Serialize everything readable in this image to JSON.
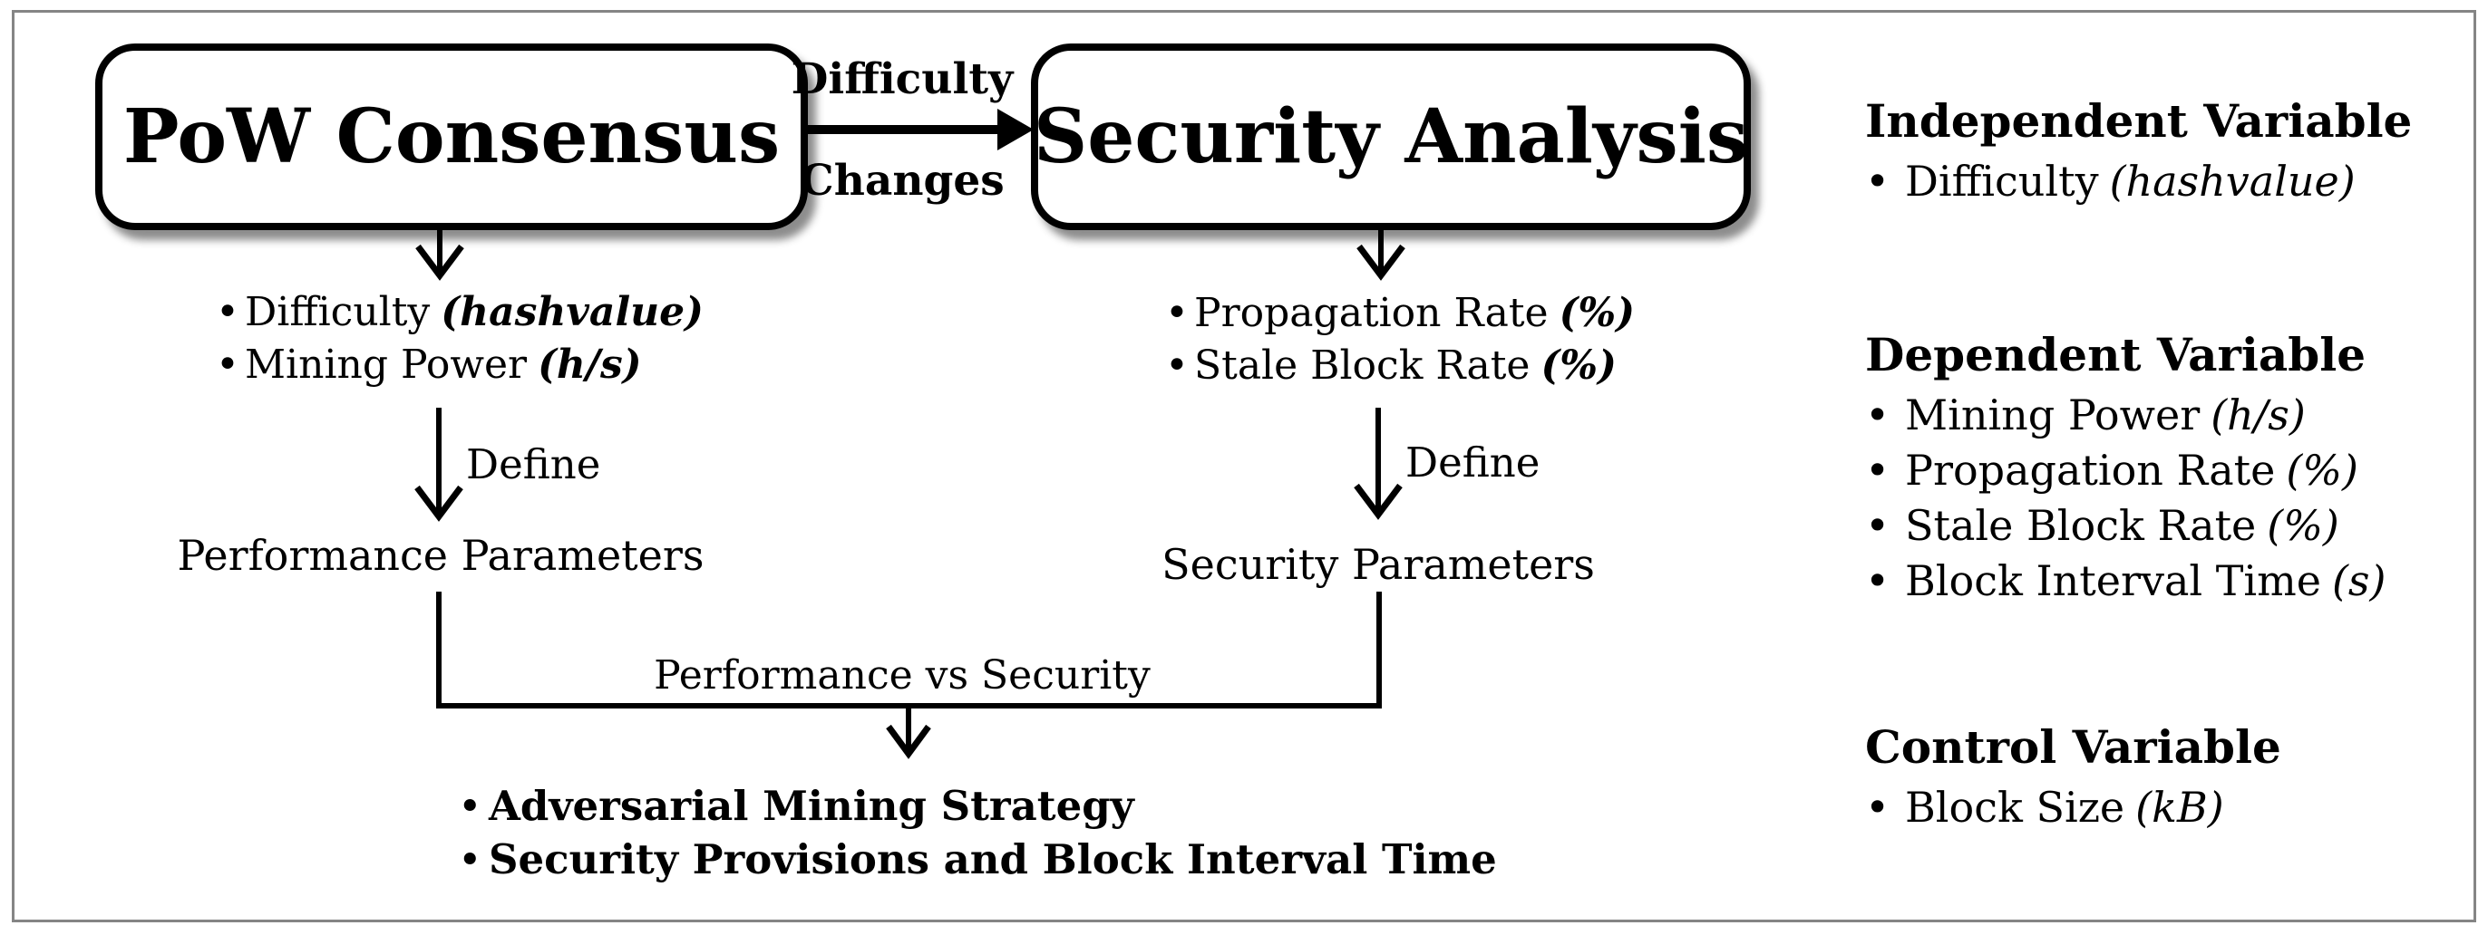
{
  "glyphs": {
    "bullet": "•"
  },
  "colors": {
    "ink": "#000000",
    "frame_border": "#858585",
    "background": "#ffffff"
  },
  "diagram": {
    "pow_box": {
      "title": "PoW Consensus"
    },
    "security_box": {
      "title": "Security Analysis"
    },
    "transition_arrow": {
      "label_top": "Difficulty",
      "label_bottom": "Changes"
    },
    "pow_outputs": [
      {
        "text": "Difficulty",
        "unit": "(hashvalue)"
      },
      {
        "text": "Mining Power",
        "unit": "(h/s)"
      }
    ],
    "security_outputs": [
      {
        "text": "Propagation Rate",
        "unit": "(%)"
      },
      {
        "text": "Stale Block Rate",
        "unit": "(%)"
      }
    ],
    "define_left": "Define",
    "define_right": "Define",
    "performance_parameters": "Performance Parameters",
    "security_parameters": "Security Parameters",
    "merge_label": "Performance vs Security",
    "outcomes": [
      {
        "text": "Adversarial Mining Strategy"
      },
      {
        "text": "Security Provisions and Block Interval Time"
      }
    ]
  },
  "legend": {
    "sections": [
      {
        "heading": "Independent Variable",
        "items": [
          {
            "text": "Difficulty",
            "unit": "(hashvalue)"
          }
        ]
      },
      {
        "heading": "Dependent Variable",
        "items": [
          {
            "text": "Mining Power",
            "unit": "(h/s)"
          },
          {
            "text": "Propagation Rate",
            "unit": "(%)"
          },
          {
            "text": "Stale Block Rate",
            "unit": "(%)"
          },
          {
            "text": "Block Interval Time",
            "unit": "(s)"
          }
        ]
      },
      {
        "heading": "Control Variable",
        "items": [
          {
            "text": "Block Size",
            "unit": "(kB)"
          }
        ]
      }
    ]
  }
}
